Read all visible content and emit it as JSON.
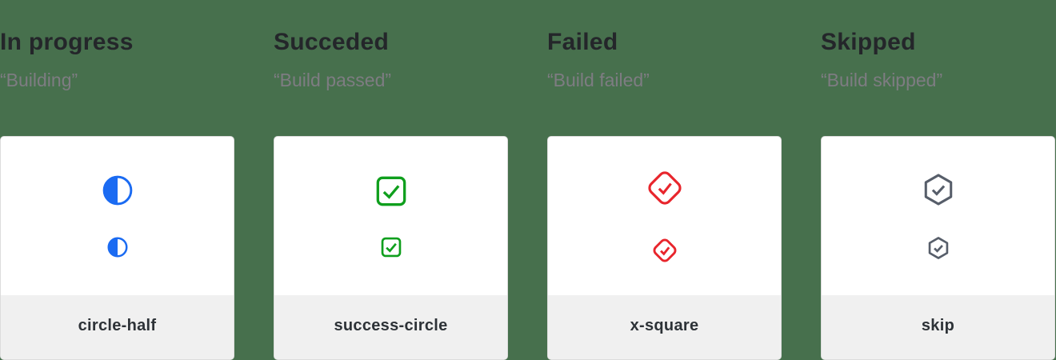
{
  "theme": {
    "background": "#47704d",
    "card_bg": "#ffffff",
    "card_border": "#dcdcdc",
    "footer_bg": "#f0f0f0",
    "heading_color": "#24262a",
    "subtitle_color": "#7e7c82",
    "label_color": "#2d3237"
  },
  "columns": [
    {
      "title": "In progress",
      "subtitle": "“Building”",
      "icon": "circle-half-icon",
      "label": "circle-half",
      "color": "#1b6bf2"
    },
    {
      "title": "Succeded",
      "subtitle": "“Build passed”",
      "icon": "check-square-icon",
      "label": "success-circle",
      "color": "#0f9f1d"
    },
    {
      "title": "Failed",
      "subtitle": "“Build failed”",
      "icon": "check-diamond-icon",
      "label": "x-square",
      "color": "#e8252c"
    },
    {
      "title": "Skipped",
      "subtitle": "“Build skipped”",
      "icon": "check-hexagon-icon",
      "label": "skip",
      "color": "#575e6a"
    }
  ]
}
